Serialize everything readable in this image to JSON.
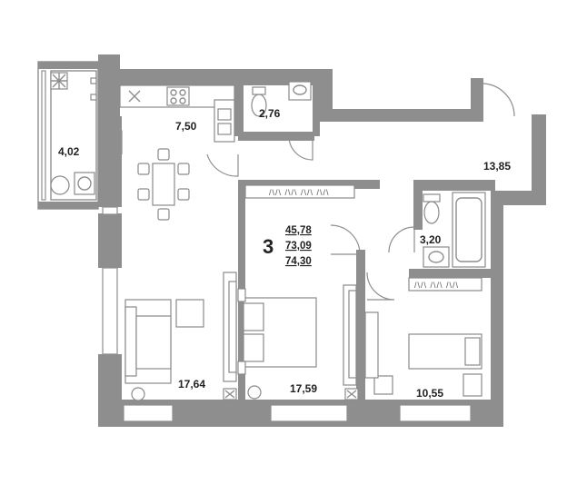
{
  "plan": {
    "rooms_count": "3",
    "totals": {
      "living_area": "45,78",
      "total_area": "73,09",
      "total_with_balcony": "74,30"
    },
    "rooms": {
      "balcony": "4,02",
      "kitchen": "7,50",
      "wc": "2,76",
      "hallway": "13,85",
      "bathroom": "3,20",
      "living_room": "17,64",
      "bedroom_main": "17,59",
      "bedroom_small": "10,55"
    },
    "wardrobe_marks": {
      "main": "/\\/\\ /\\/\\ /\\/\\ /\\/\\",
      "small": "/\\/\\ /\\/\\ /\\/\\"
    }
  }
}
